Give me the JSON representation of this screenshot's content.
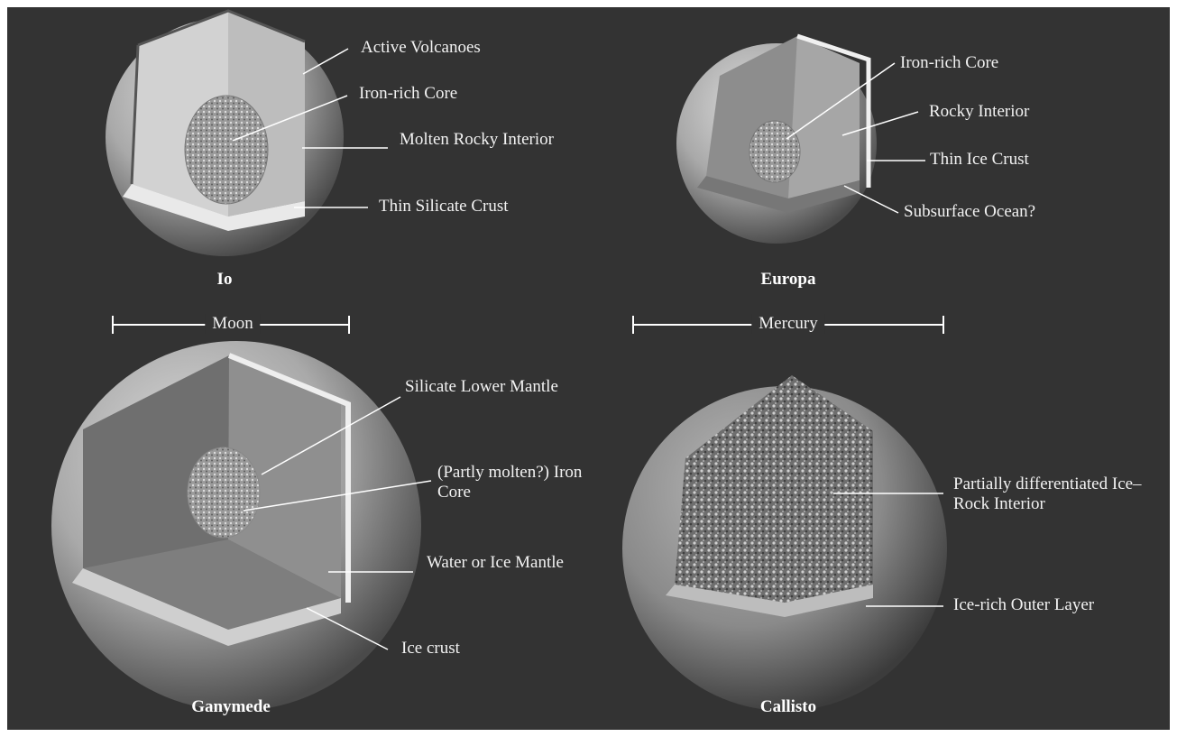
{
  "moons": {
    "io": {
      "name": "Io",
      "labels": {
        "volcanoes": "Active Volcanoes",
        "core": "Iron-rich Core",
        "interior": "Molten Rocky Interior",
        "crust": "Thin Silicate Crust"
      }
    },
    "europa": {
      "name": "Europa",
      "labels": {
        "core": "Iron-rich Core",
        "interior": "Rocky Interior",
        "crust": "Thin Ice Crust",
        "ocean": "Subsurface Ocean?"
      }
    },
    "ganymede": {
      "name": "Ganymede",
      "labels": {
        "lower_mantle": "Silicate Lower Mantle",
        "core": "(Partly molten?) Iron Core",
        "mantle": "Water or Ice Mantle",
        "crust": "Ice crust"
      }
    },
    "callisto": {
      "name": "Callisto",
      "labels": {
        "interior": "Partially differentiated Ice–Rock Interior",
        "outer": "Ice-rich Outer Layer"
      }
    }
  },
  "scales": {
    "moon": "Moon",
    "mercury": "Mercury"
  },
  "colors": {
    "background": "#333333",
    "label_text": "#f2f2f2",
    "leader_line": "#ffffff"
  }
}
